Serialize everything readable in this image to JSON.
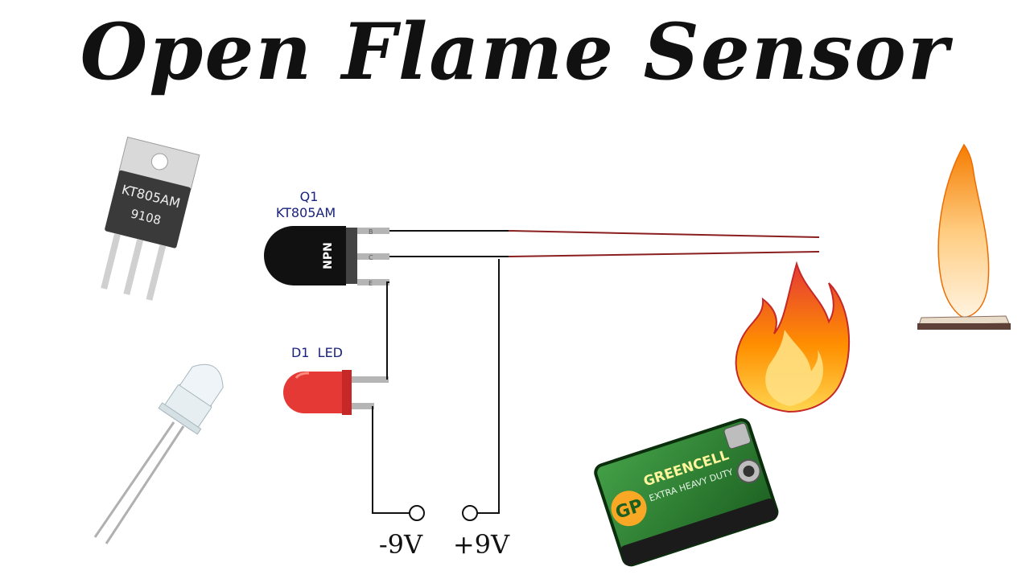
{
  "title": "Open Flame Sensor",
  "transistor": {
    "ref": "Q1",
    "part": "KT805AM",
    "type_label": "NPN",
    "pins": [
      "B",
      "C",
      "E"
    ]
  },
  "led": {
    "ref_label": "D1  LED"
  },
  "terminals": {
    "negative": "-9V",
    "positive": "+9V"
  },
  "to220_photo": {
    "line1": "KT805AM",
    "line2": "9108"
  },
  "battery_photo": {
    "brand": "GP",
    "line1": "GREENCELL",
    "line2": "EXTRA HEAVY DUTY"
  },
  "colors": {
    "wire": "#111111",
    "sensor_wire": "#8b1f1f",
    "led_red": "#e53935",
    "battery_green": "#2e7d32"
  }
}
